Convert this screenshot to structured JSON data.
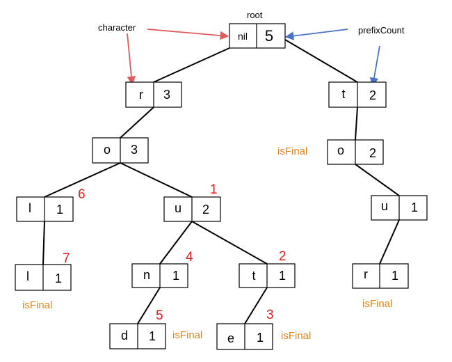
{
  "labels": {
    "root": "root",
    "character": "character",
    "prefix_count": "prefixCount",
    "is_final": "isFinal"
  },
  "colors": {
    "order_number": "#e01b1b",
    "is_final": "#e8831c",
    "character_arrow": "#e05a5a",
    "prefix_count_arrow": "#4a72c4"
  },
  "nodes": {
    "root": {
      "char": "nil",
      "count": "5"
    },
    "r": {
      "char": "r",
      "count": "3"
    },
    "t": {
      "char": "t",
      "count": "2"
    },
    "o_left": {
      "char": "o",
      "count": "3"
    },
    "o_right": {
      "char": "o",
      "count": "2"
    },
    "l1": {
      "char": "l",
      "count": "1",
      "order": "6"
    },
    "u_left": {
      "char": "u",
      "count": "2",
      "order": "1"
    },
    "u_right": {
      "char": "u",
      "count": "1"
    },
    "l2": {
      "char": "l",
      "count": "1",
      "order": "7"
    },
    "n": {
      "char": "n",
      "count": "1",
      "order": "4"
    },
    "t2": {
      "char": "t",
      "count": "1",
      "order": "2"
    },
    "r2": {
      "char": "r",
      "count": "1"
    },
    "d": {
      "char": "d",
      "count": "1",
      "order": "5"
    },
    "e": {
      "char": "e",
      "count": "1",
      "order": "3"
    }
  }
}
